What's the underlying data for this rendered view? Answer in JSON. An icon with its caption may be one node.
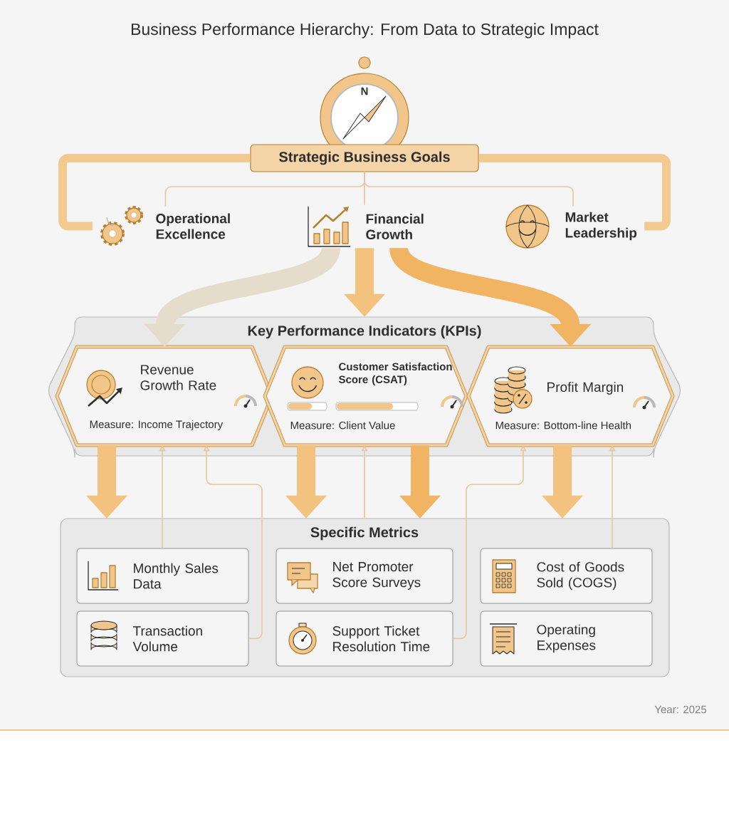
{
  "diagram": {
    "title": "Business Performance Hierarchy: From Data to Strategic Impact",
    "nodes": [
      {
        "text": [
          "Strategic Business Goals"
        ]
      },
      {
        "text": [
          "Operational Excellence"
        ]
      },
      {
        "text": [
          "Financial Growth"
        ]
      },
      {
        "text": [
          "Market Leadership"
        ]
      },
      {
        "text": [
          "Key Performance Indicators (KPIs)"
        ]
      },
      {
        "text": [
          "Revenue Growth Rate",
          "Measure: Income Trajectory"
        ],
        "in": 4
      },
      {
        "text": [
          "Customer Satisfaction Score (CSAT)",
          "Measure: Client Value"
        ],
        "in": 4
      },
      {
        "text": [
          "Profit Margin",
          "Measure: Bottom-line Health"
        ],
        "in": 4
      },
      {
        "text": [
          "Specific Metrics"
        ]
      },
      {
        "text": [
          "Monthly Sales Data"
        ],
        "in": 8
      },
      {
        "text": [
          "Net Promoter Score Surveys"
        ],
        "in": 8
      },
      {
        "text": [
          "Cost of Goods Sold (COGS)"
        ],
        "in": 8
      },
      {
        "text": [
          "Transaction Volume"
        ],
        "in": 8
      },
      {
        "text": [
          "Support Ticket Resolution Time"
        ],
        "in": 8
      },
      {
        "text": [
          "Operating Expenses"
        ],
        "in": 8
      }
    ],
    "edges": [
      {
        "from": 0,
        "to": 1,
        "arrow": "none"
      },
      {
        "from": 0,
        "to": 2,
        "arrow": "none"
      },
      {
        "from": 0,
        "to": 3,
        "arrow": "none"
      },
      {
        "from": 0,
        "to": 1,
        "arrow": "none",
        "color": "#f2c98f"
      },
      {
        "from": 0,
        "to": 3,
        "arrow": "none",
        "color": "#f2c98f"
      },
      {
        "from": 2,
        "to": 5,
        "arrow": "to",
        "style": "thick",
        "color": "#e6dccb"
      },
      {
        "from": 2,
        "to": 4,
        "arrow": "to",
        "style": "thick",
        "color": "#f2c27e"
      },
      {
        "from": 2,
        "to": 7,
        "arrow": "to",
        "style": "thick",
        "color": "#f0b462"
      },
      {
        "from": 5,
        "to": 8,
        "arrow": "to",
        "style": "thick",
        "color": "#f3c27f"
      },
      {
        "from": 6,
        "to": 8,
        "arrow": "to",
        "style": "thick",
        "color": "#f3c27f"
      },
      {
        "from": 6,
        "to": 8,
        "arrow": "to",
        "style": "thick",
        "color": "#f0b462"
      },
      {
        "from": 7,
        "to": 8,
        "arrow": "to",
        "style": "thick",
        "color": "#f3c27f"
      },
      {
        "from": 9,
        "to": 5,
        "arrow": "to"
      },
      {
        "from": 12,
        "to": 5,
        "arrow": "to"
      },
      {
        "from": 8,
        "to": 6,
        "arrow": "to"
      },
      {
        "from": 13,
        "to": 7,
        "arrow": "to"
      },
      {
        "from": 11,
        "to": 7,
        "arrow": "to"
      }
    ],
    "labels": [
      "N",
      "Year: 2025"
    ]
  }
}
